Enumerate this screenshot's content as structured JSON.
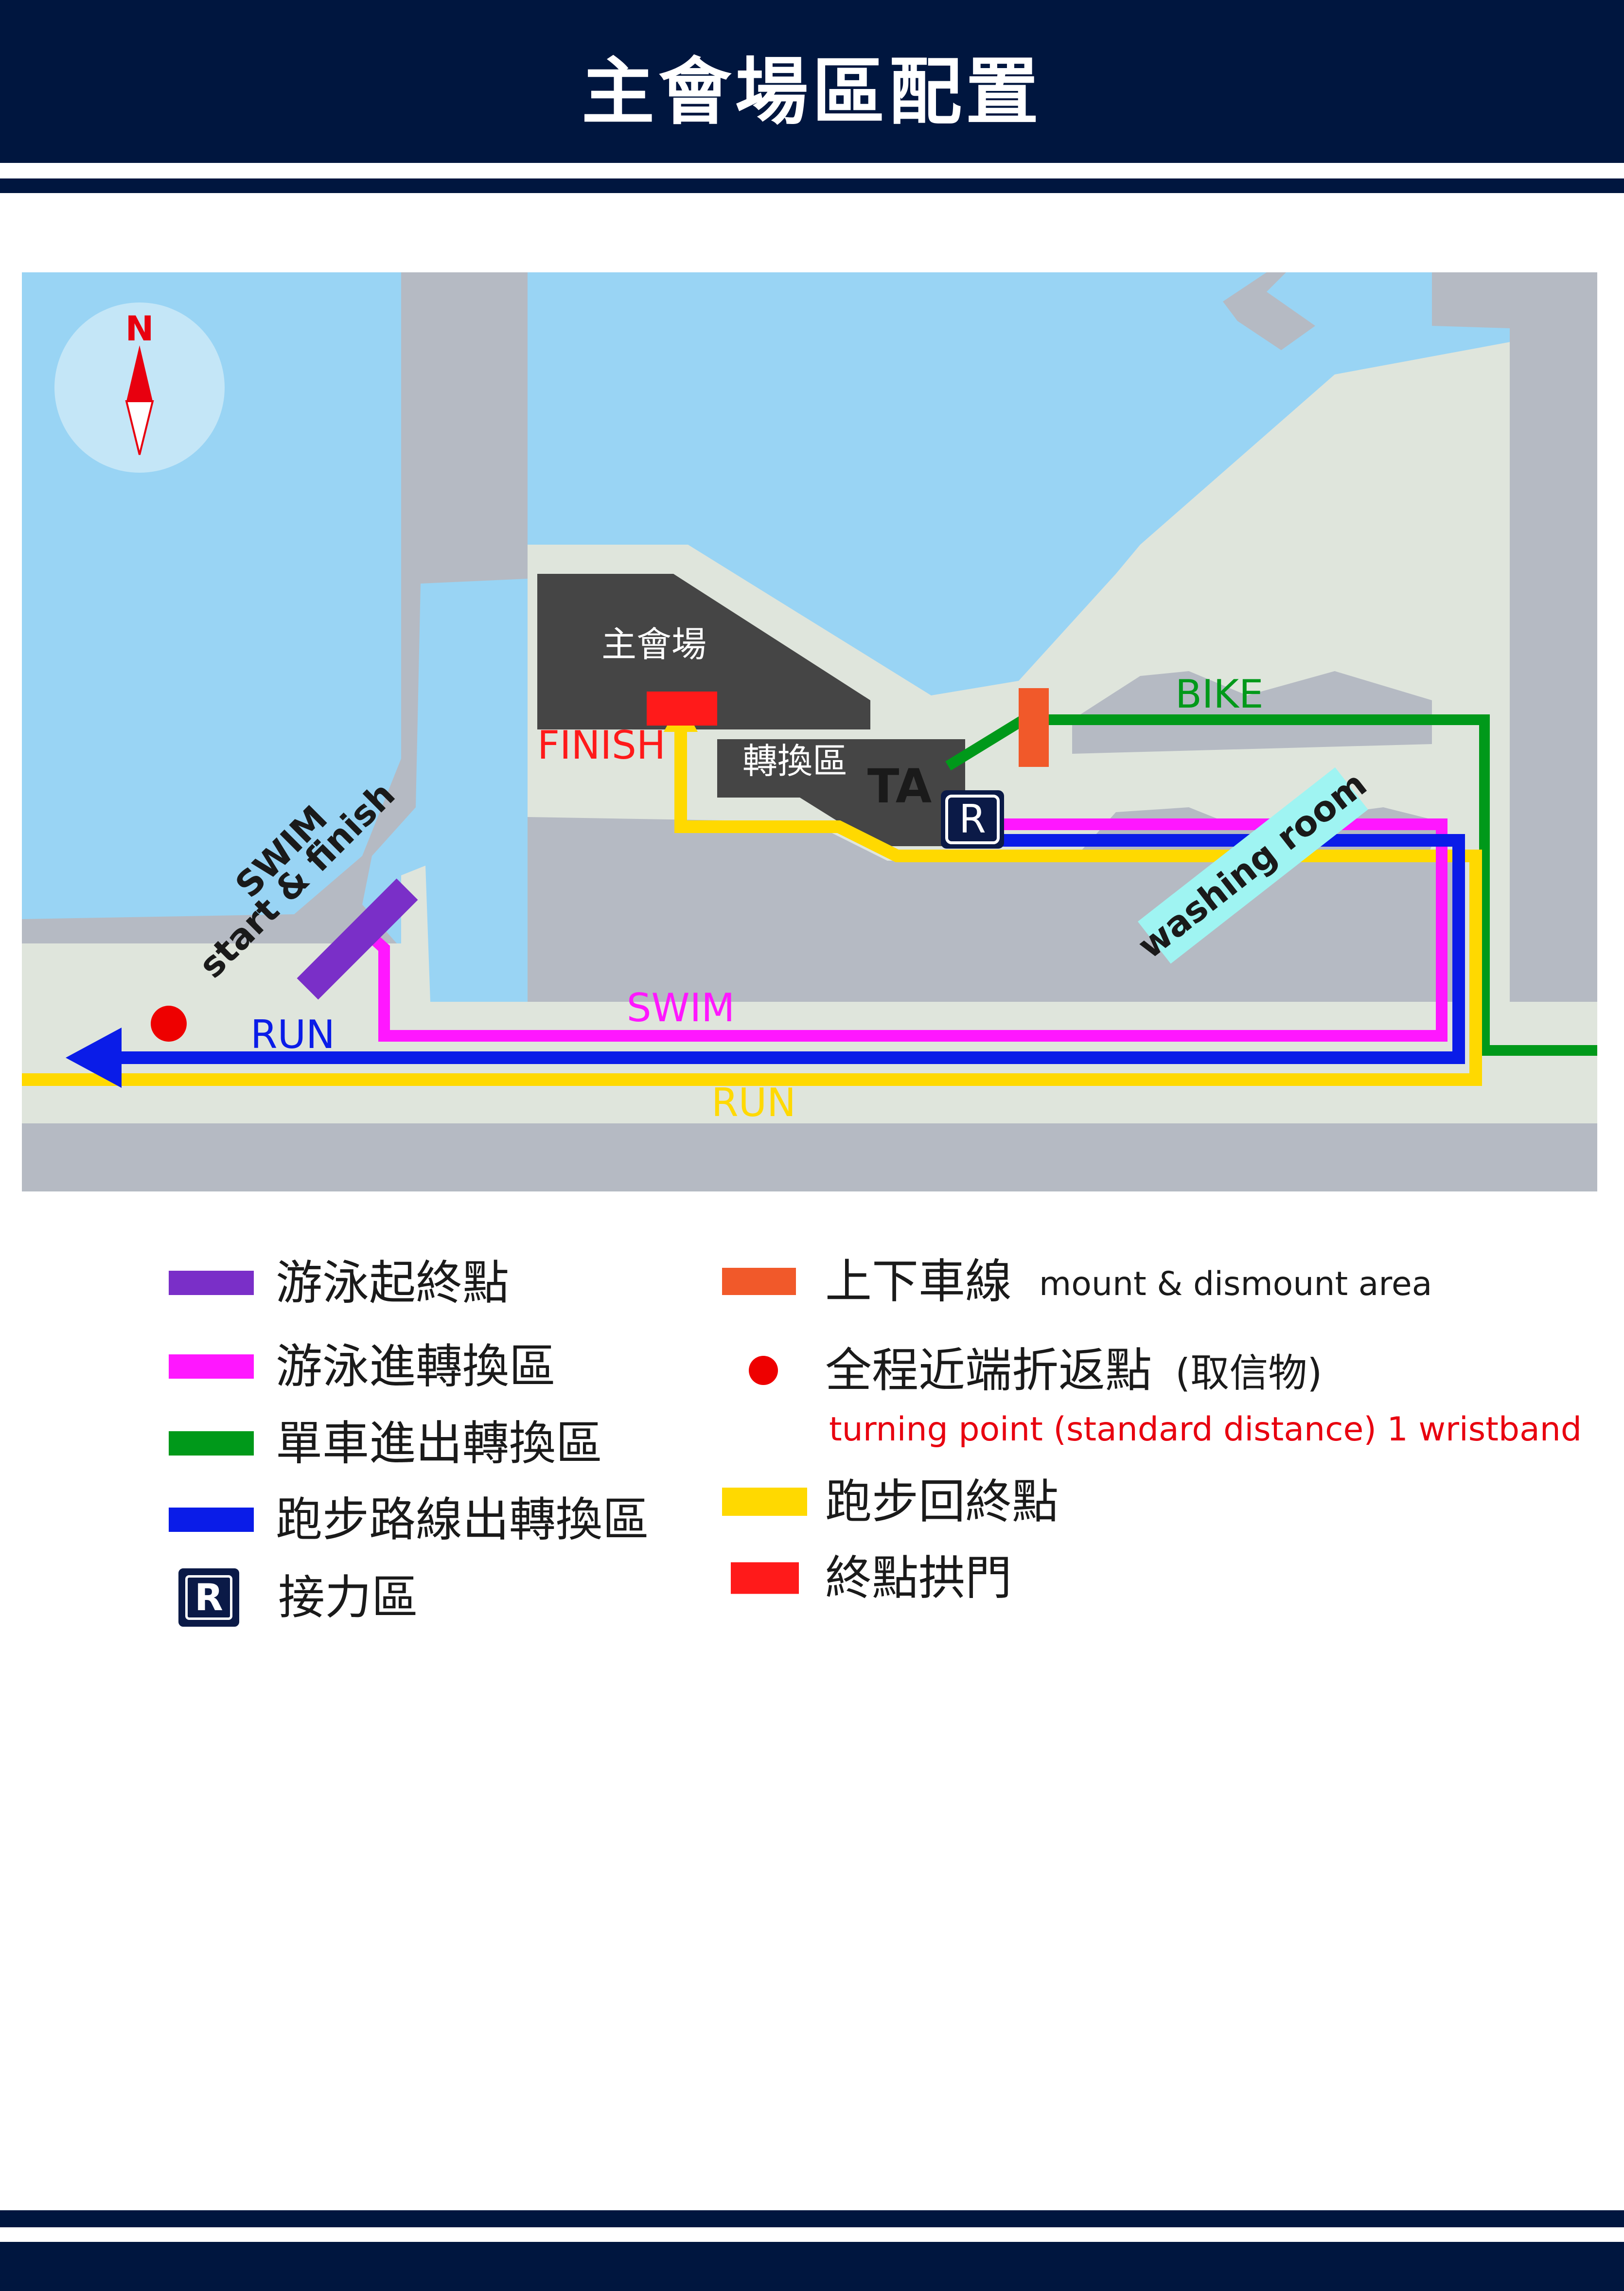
{
  "header": {
    "title": "主會場區配置"
  },
  "map": {
    "compass_label": "N",
    "labels": {
      "main_venue": "主會場",
      "finish": "FINISH",
      "transition_area": "轉換區",
      "ta": "TA",
      "relay_badge": "R",
      "bike": "BIKE",
      "washing_room": "washing room",
      "swim_start_line1": "SWIM",
      "swim_start_line2": "start & finish",
      "run_blue": "RUN",
      "swim_route": "SWIM",
      "run_yellow": "RUN"
    },
    "colors": {
      "water": "#99d4f4",
      "land": "#dfe5dc",
      "road": "#b5bac3",
      "building": "#454545",
      "swim_start": "#7a2fc8",
      "swim_route": "#ff17ff",
      "bike_route": "#00991a",
      "run_out": "#0a1ce8",
      "run_return": "#ffd900",
      "finish_arch": "#ff1a1a",
      "mount_line": "#f1592a",
      "turning_point": "#ee0000"
    }
  },
  "legend": {
    "swim_start_finish": "游泳起終點",
    "swim_to_ta": "游泳進轉換區",
    "bike_in_out": "單車進出轉換區",
    "run_out": "跑步路線出轉換區",
    "relay_zone": "接力區",
    "relay_badge": "R",
    "mount_line": "上下車線",
    "mount_line_en": "mount & dismount area",
    "turning_point": "全程近端折返點",
    "turning_point_note": "(取信物)",
    "turning_point_en": "turning point (standard distance) 1 wristband",
    "run_return": "跑步回終點",
    "finish_arch": "終點拱門"
  }
}
